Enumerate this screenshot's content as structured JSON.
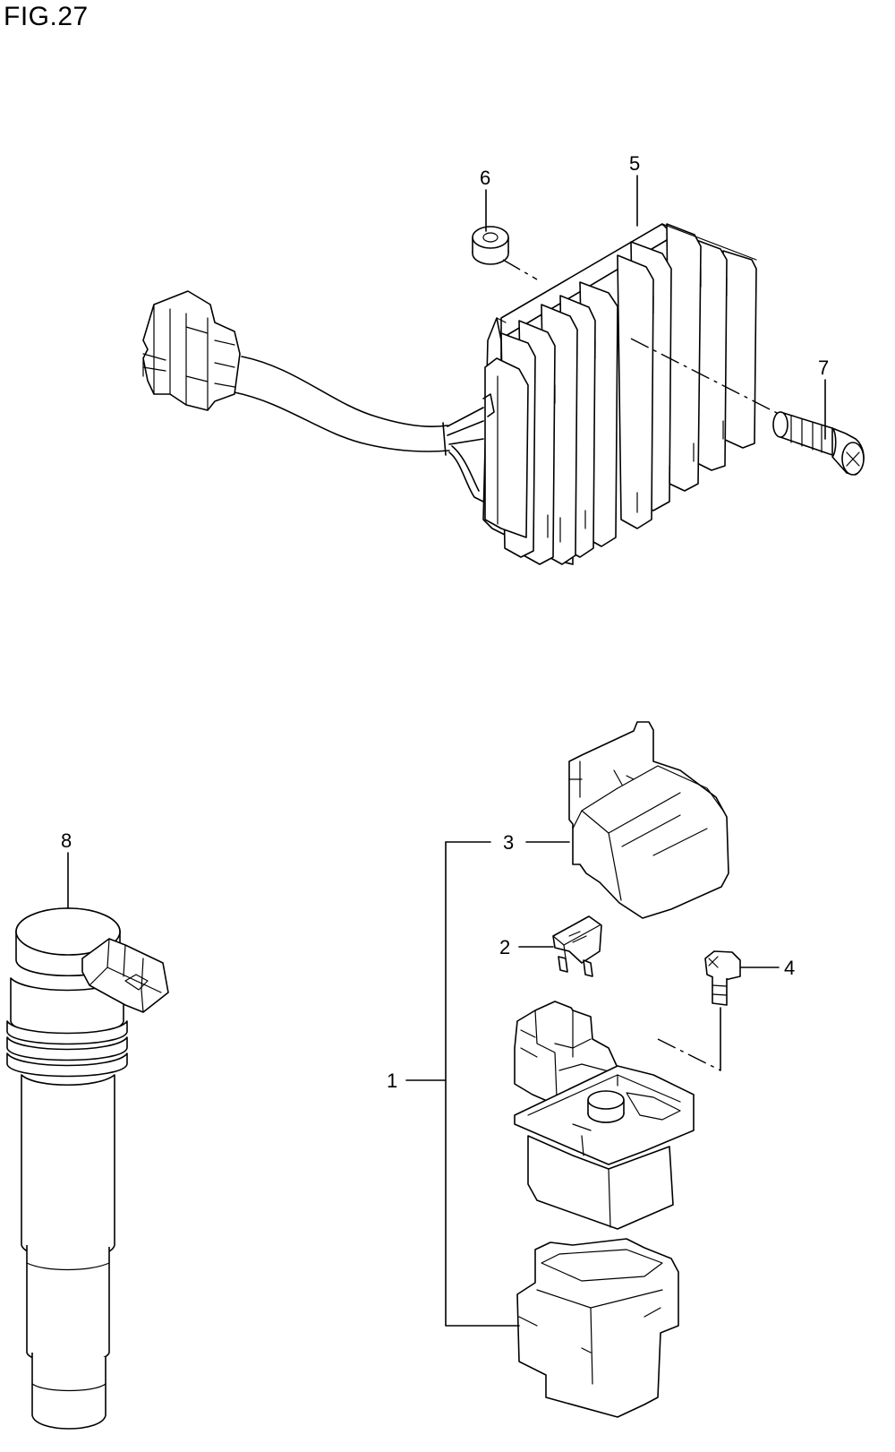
{
  "figure": {
    "title": "FIG.27"
  },
  "callouts": [
    {
      "id": "1",
      "label": "1"
    },
    {
      "id": "2",
      "label": "2"
    },
    {
      "id": "3",
      "label": "3"
    },
    {
      "id": "4",
      "label": "4"
    },
    {
      "id": "5",
      "label": "5"
    },
    {
      "id": "6",
      "label": "6"
    },
    {
      "id": "7",
      "label": "7"
    },
    {
      "id": "8",
      "label": "8"
    }
  ]
}
